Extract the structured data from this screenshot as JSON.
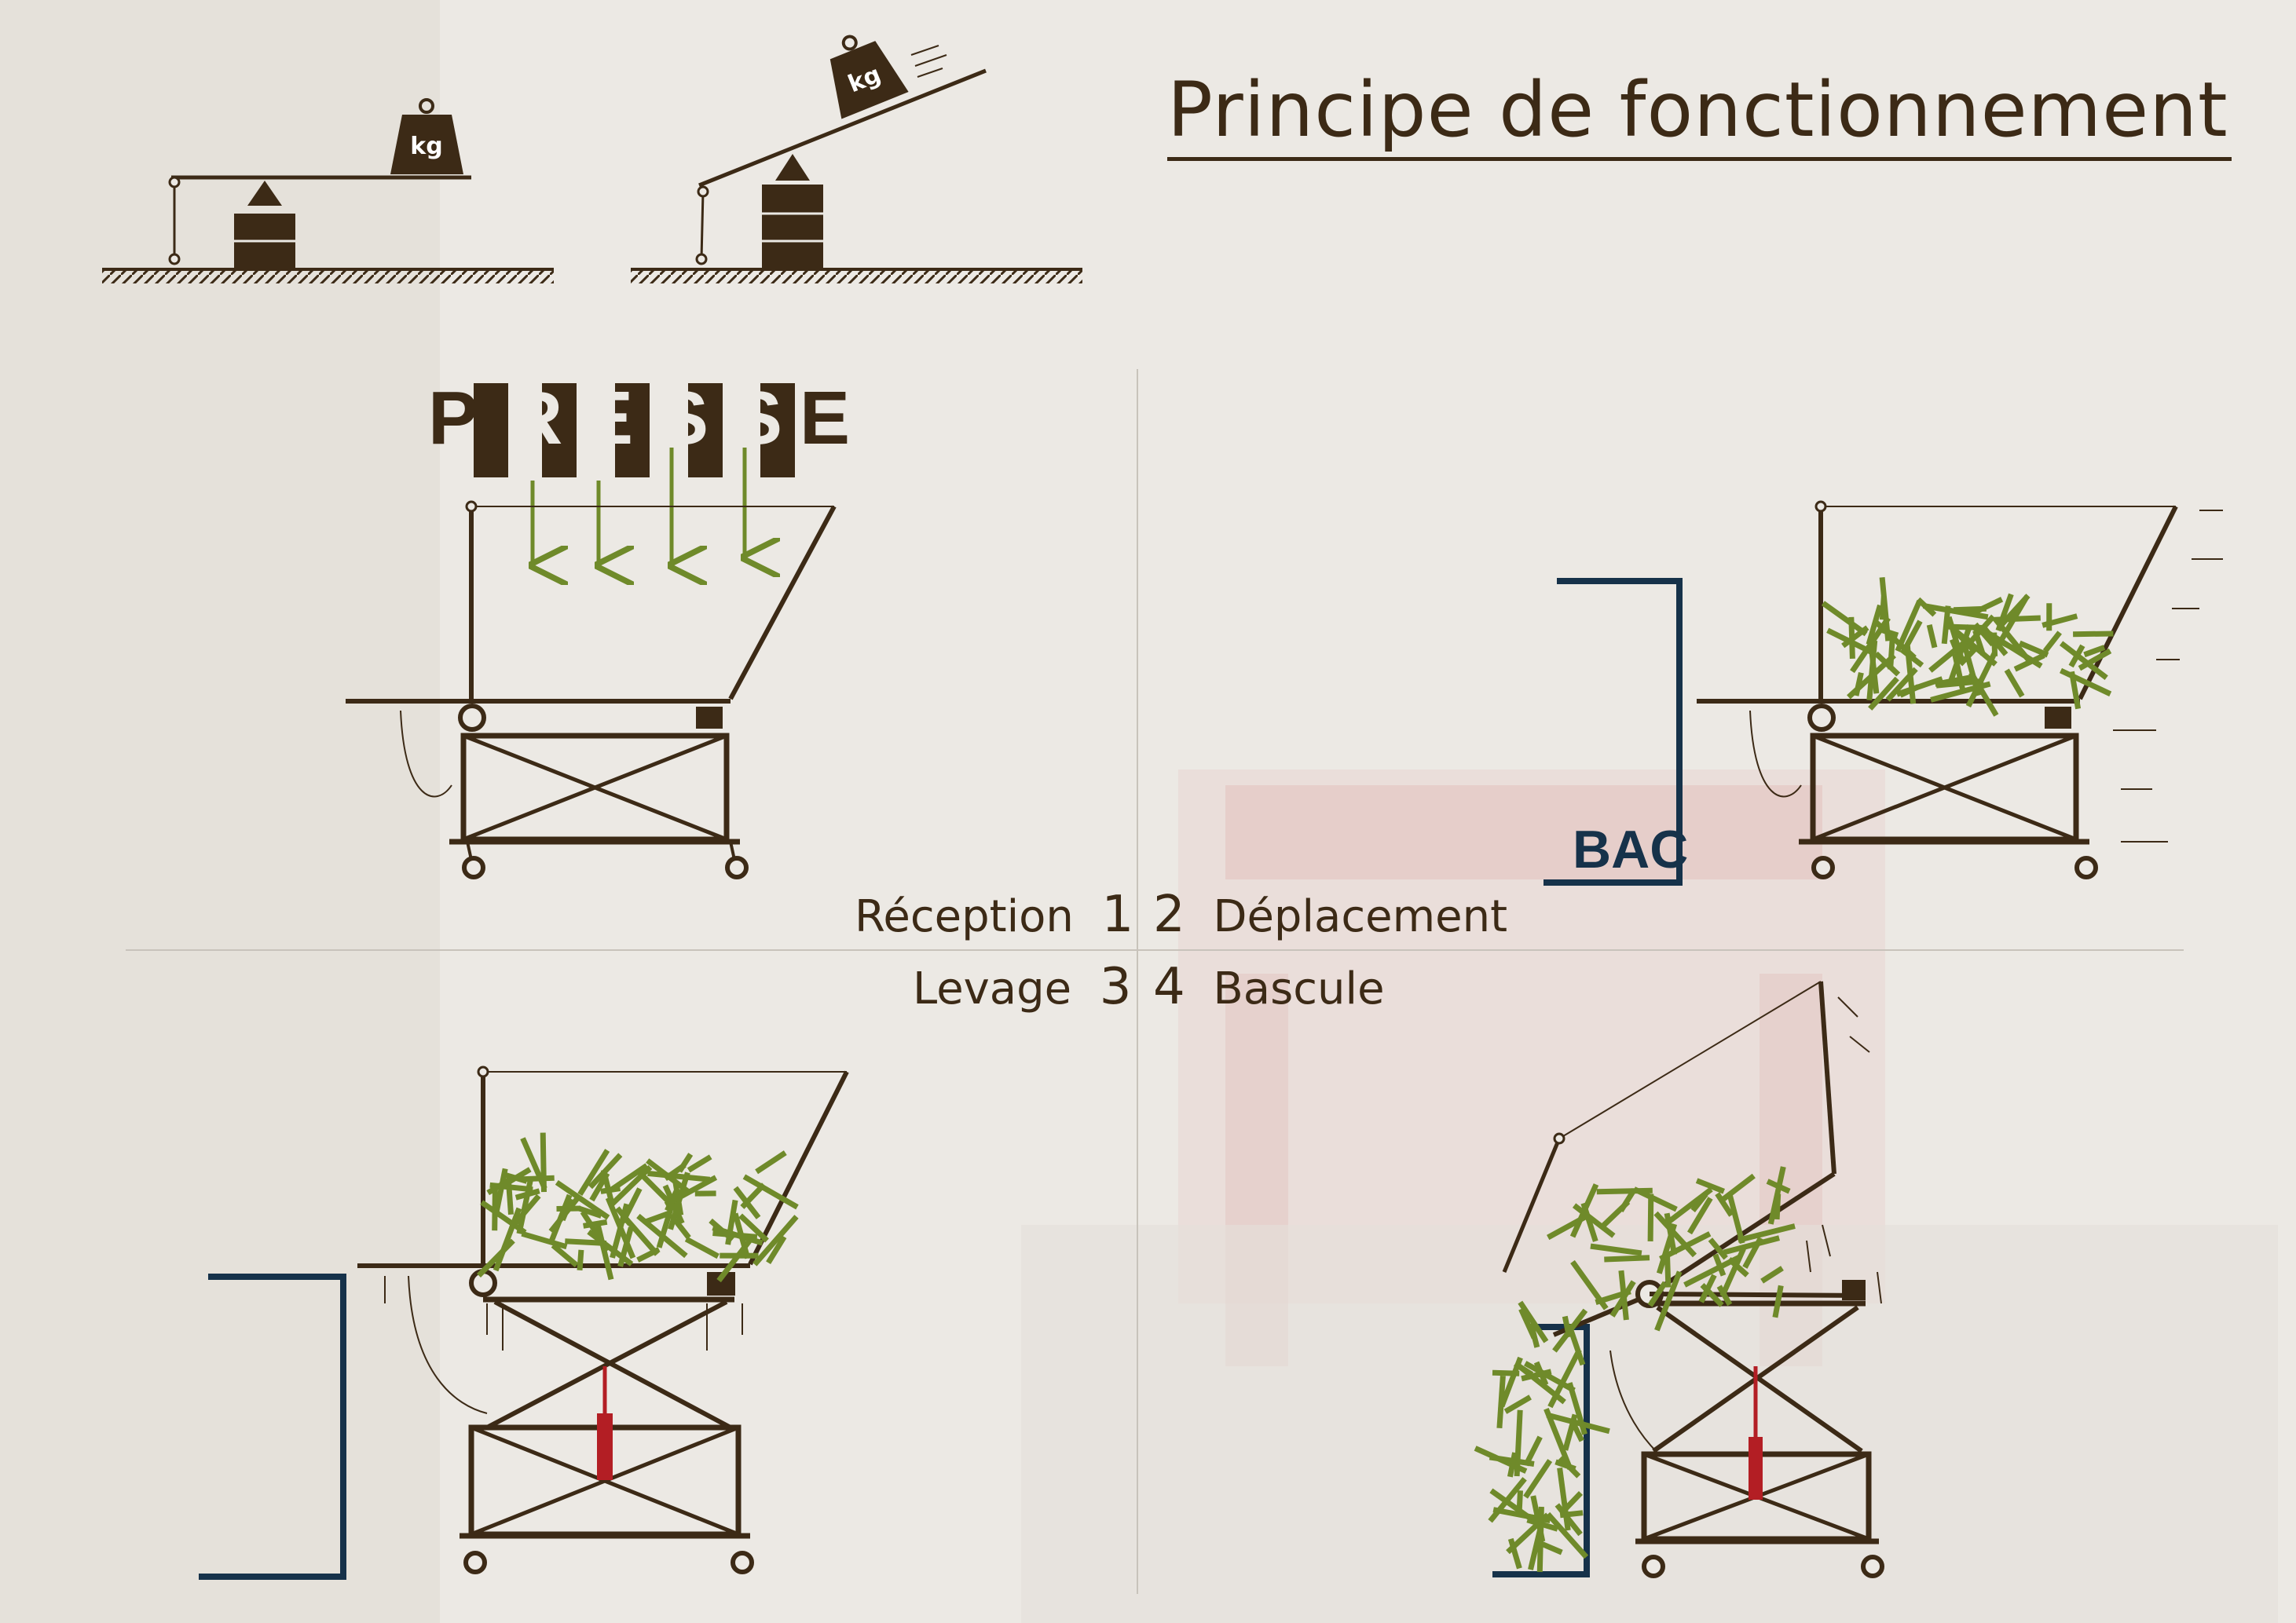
{
  "title": "Principe de fonctionnement",
  "balance": {
    "weight_label": "kg"
  },
  "presse": {
    "letters": [
      "P",
      "R",
      "E",
      "S",
      "S",
      "E"
    ]
  },
  "bac_label": "BAC",
  "steps": [
    {
      "number": "1",
      "label": "Réception"
    },
    {
      "number": "2",
      "label": "Déplacement"
    },
    {
      "number": "3",
      "label": "Levage"
    },
    {
      "number": "4",
      "label": "Bascule"
    }
  ],
  "colors": {
    "frame": "#3c2a16",
    "material": "#6f8a2a",
    "bin": "#16324a",
    "jack": "#b31e24",
    "background": "#ece9e4"
  }
}
